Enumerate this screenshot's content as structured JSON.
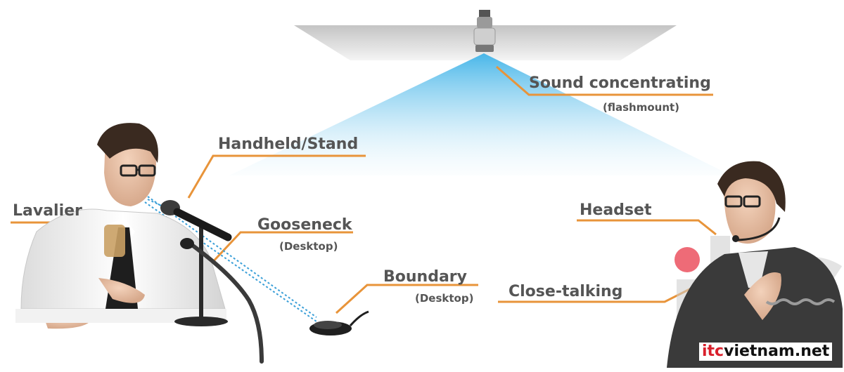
{
  "labels": {
    "sound_concentrating": "Sound concentrating",
    "flashmount": "(flashmount)",
    "handheld_stand": "Handheld/Stand",
    "lavalier": "Lavalier",
    "gooseneck": "Gooseneck",
    "gooseneck_desktop": "(Desktop)",
    "boundary": "Boundary",
    "boundary_desktop": "(Desktop)",
    "headset": "Headset",
    "close_talking": "Close-talking"
  },
  "brand": {
    "part1": "itc",
    "part2": "vietnam.net"
  },
  "colors": {
    "label_text": "#555555",
    "leader_line": "#e8943a",
    "beam": "#3fb3e8",
    "dotted_line": "#3a9fd8",
    "brand_red": "#d9202c"
  },
  "icons": [
    "ceiling-microphone-icon",
    "handheld-microphone-icon",
    "gooseneck-microphone-icon",
    "boundary-microphone-icon",
    "headset-microphone-icon",
    "speaker-figure-left",
    "speaker-figure-right",
    "watermark-logo"
  ]
}
